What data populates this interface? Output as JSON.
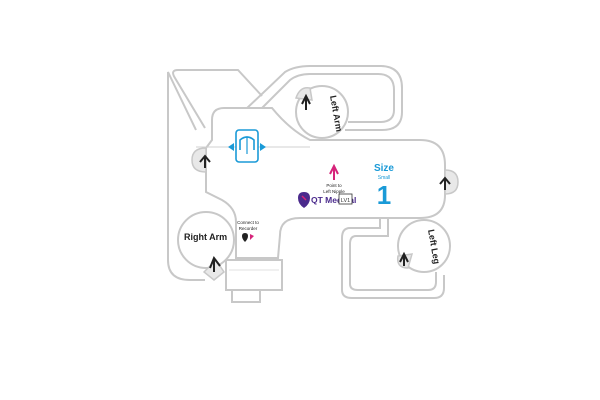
{
  "labels": {
    "left_arm": "Left Arm",
    "right_arm": "Right Arm",
    "left_leg": "Left Leg",
    "connect_line1": "Connect to",
    "connect_line2": "Recorder",
    "point_line1": "Point to",
    "point_line2": "Left Nipple",
    "size_title": "Size",
    "size_sub": "Small",
    "size_value": "1",
    "brand": "QT Medical",
    "badge": "LV1"
  },
  "colors": {
    "outline": "#c8c8c8",
    "body_fill": "#ffffff",
    "accent_blue": "#1a9ad7",
    "brand_purple": "#4a2a8c",
    "brand_magenta": "#d6247a",
    "arrow": "#222222"
  },
  "icons": [
    "arrow-up-icon",
    "heart-plug-icon",
    "chest-diagram-icon",
    "brand-logo-icon"
  ]
}
